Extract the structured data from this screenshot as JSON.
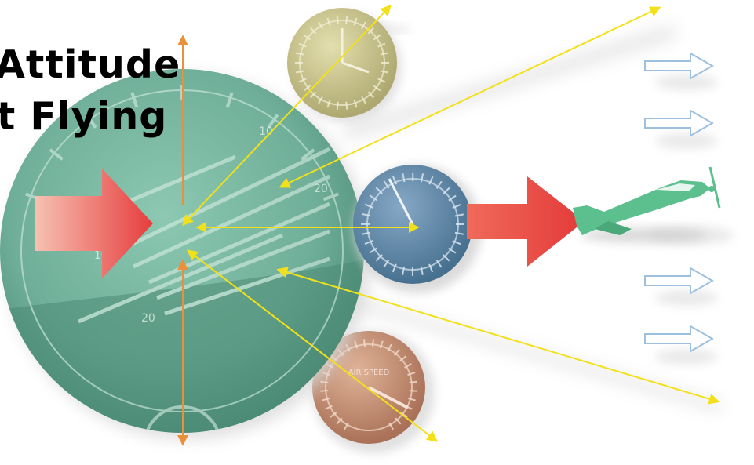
{
  "title": {
    "line1": "Attitude",
    "line2": "nt Flying"
  },
  "instruments": {
    "attitude_indicator": {
      "scale_labels": [
        "10",
        "20",
        "10",
        "20"
      ],
      "color": "#6fae98"
    },
    "altimeter": {
      "color": "#c9c48a"
    },
    "heading_indicator": {
      "color": "#5f87a9"
    },
    "airspeed_indicator": {
      "dial_label": "AIR SPEED",
      "color": "#c99273"
    }
  },
  "icons": [
    "attitude-indicator-icon",
    "altimeter-icon",
    "heading-indicator-icon",
    "airspeed-indicator-icon",
    "airplane-icon",
    "red-arrow-icon",
    "outline-arrow-icon"
  ],
  "colors": {
    "red_arrow": "#ea4a4a",
    "yellow_arrow": "#f2e11a",
    "orange_arrow": "#e8903a",
    "outline_arrow": "#9dc0df",
    "airplane": "#5cbf8e"
  }
}
